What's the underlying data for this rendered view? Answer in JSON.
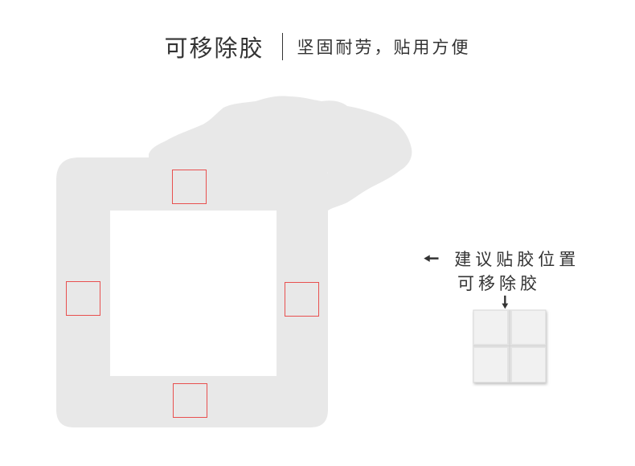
{
  "header": {
    "title": "可移除胶",
    "subtitle": "坚固耐劳，贴用方便"
  },
  "note": {
    "line1": "建议贴胶位置",
    "line2": "可移除胶",
    "arrow_left_icon": "arrow-left-icon",
    "arrow_down_icon": "arrow-down-icon"
  },
  "colors": {
    "frame": "#e8e8e8",
    "pad_outline": "#e8504f",
    "text": "#333333"
  }
}
